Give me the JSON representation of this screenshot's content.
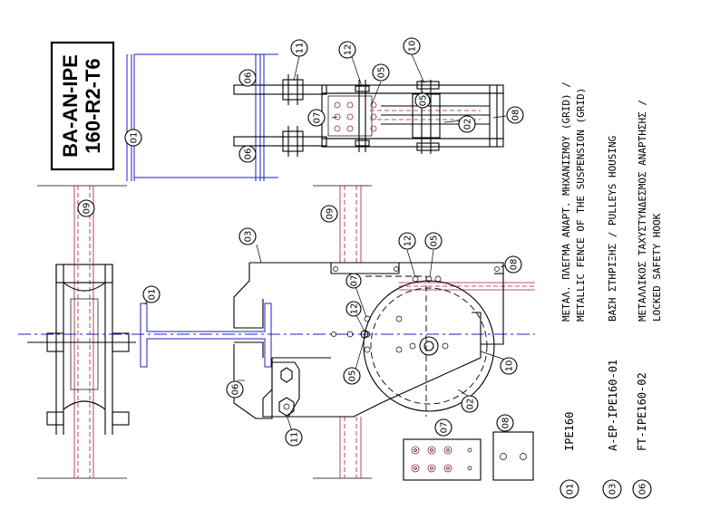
{
  "sheet_code": {
    "line1": "BA-AN-IPE",
    "line2": "160-R2-T6"
  },
  "callouts": {
    "c01": "01",
    "c02": "02",
    "c03": "03",
    "c05": "05",
    "c06": "06",
    "c07": "07",
    "c08": "08",
    "c09": "09",
    "c10": "10",
    "c11": "11",
    "c12": "12"
  },
  "legend": {
    "items": [
      {
        "num": "01",
        "code": "IPE160",
        "desc": ""
      },
      {
        "num": "03",
        "code": "A-EP-IPE160-01",
        "desc": "ΒΑΣΗ ΣΤΗΡΙΞΗΣ / PULLEYS HOUSING"
      },
      {
        "num": "06",
        "code": "FT-IPE160-02",
        "desc_line1": "ΜΕΤΑΛΛΙΚΟΣ ΤΑΧΥΣΤΥΝΔΕΣΜΟΣ ΑΝΑΡΤΗΣΗΣ /",
        "desc_line2": "LOCKED SAFETY HOOK"
      }
    ],
    "grid_line1": "ΜΕΤΑΛ. ΠΛΕΓΜΑ ΑΝΑΡΤ. ΜΗΧΑΝΙΣΜΟΥ (GRID) /",
    "grid_line2": "METALLIC FENCE OF THE SUSPENSION (GRID)"
  }
}
